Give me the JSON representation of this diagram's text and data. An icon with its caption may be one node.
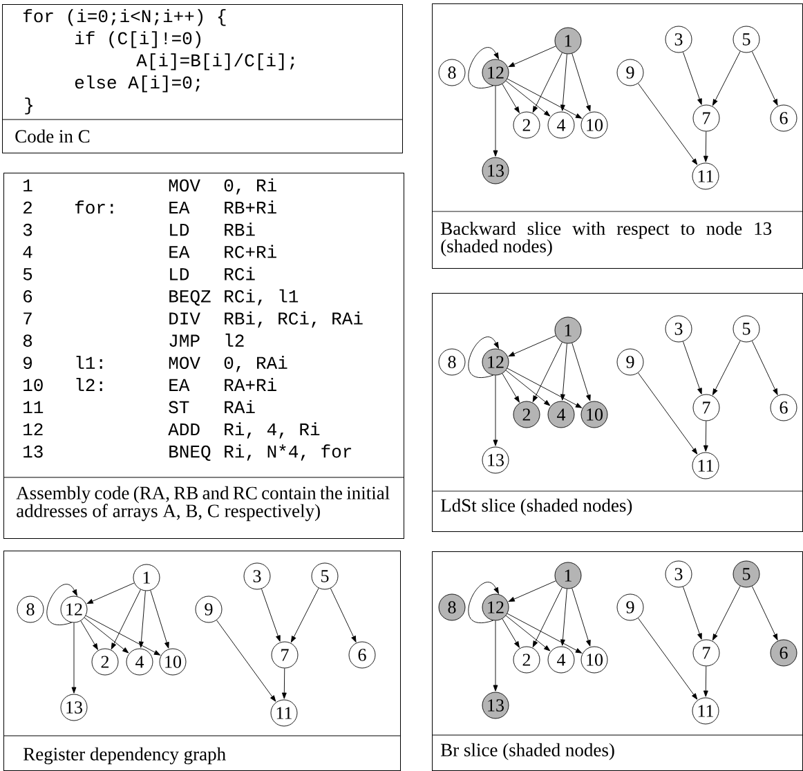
{
  "diagram": {
    "nodes": [
      {
        "text": [
          "for (i=0;i<N;i++) {",
          "if (C[i]!=0)",
          "A[i]=B[i]/C[i];",
          "else A[i]=0;",
          "}",
          "Code in C"
        ]
      },
      {
        "text": [
          "1",
          "MOV",
          "0, Ri",
          "2",
          "for:",
          "EA",
          "RB+Ri",
          "3",
          "LD",
          "RBi",
          "4",
          "EA",
          "RC+Ri",
          "5",
          "LD",
          "RCi",
          "6",
          "BEQZ",
          "RCi, l1",
          "7",
          "DIV",
          "RBi, RCi, RAi",
          "8",
          "JMP",
          "l2",
          "9",
          "l1:",
          "MOV",
          "0, RAi",
          "10",
          "l2:",
          "EA",
          "RA+Ri",
          "11",
          "ST",
          "RAi",
          "12",
          "ADD",
          "Ri, 4, Ri",
          "13",
          "BNEQ",
          "Ri, N*4, for",
          "Assembly code (RA, RB and RC contain the initial addresses of arrays A, B, C respectively)"
        ]
      },
      {
        "text": [
          "Register dependency graph"
        ]
      },
      {
        "text": [
          "1"
        ],
        "in": 2
      },
      {
        "text": [
          "2"
        ],
        "in": 2
      },
      {
        "text": [
          "3"
        ],
        "in": 2
      },
      {
        "text": [
          "4"
        ],
        "in": 2
      },
      {
        "text": [
          "5"
        ],
        "in": 2
      },
      {
        "text": [
          "6"
        ],
        "in": 2
      },
      {
        "text": [
          "7"
        ],
        "in": 2
      },
      {
        "text": [
          "8"
        ],
        "in": 2
      },
      {
        "text": [
          "9"
        ],
        "in": 2
      },
      {
        "text": [
          "10"
        ],
        "in": 2
      },
      {
        "text": [
          "11"
        ],
        "in": 2
      },
      {
        "text": [
          "12"
        ],
        "in": 2
      },
      {
        "text": [
          "13"
        ],
        "in": 2
      },
      {
        "text": [
          "Backward slice with respect to node 13 (shaded nodes)"
        ]
      },
      {
        "text": [
          "1"
        ],
        "in": 16
      },
      {
        "text": [
          "2"
        ],
        "in": 16
      },
      {
        "text": [
          "3"
        ],
        "in": 16
      },
      {
        "text": [
          "4"
        ],
        "in": 16
      },
      {
        "text": [
          "5"
        ],
        "in": 16
      },
      {
        "text": [
          "6"
        ],
        "in": 16
      },
      {
        "text": [
          "7"
        ],
        "in": 16
      },
      {
        "text": [
          "8"
        ],
        "in": 16
      },
      {
        "text": [
          "9"
        ],
        "in": 16
      },
      {
        "text": [
          "10"
        ],
        "in": 16
      },
      {
        "text": [
          "11"
        ],
        "in": 16
      },
      {
        "text": [
          "12"
        ],
        "in": 16
      },
      {
        "text": [
          "13"
        ],
        "in": 16
      },
      {
        "text": [
          "LdSt slice (shaded nodes)"
        ]
      },
      {
        "text": [
          "1"
        ],
        "in": 30
      },
      {
        "text": [
          "2"
        ],
        "in": 30
      },
      {
        "text": [
          "3"
        ],
        "in": 30
      },
      {
        "text": [
          "4"
        ],
        "in": 30
      },
      {
        "text": [
          "5"
        ],
        "in": 30
      },
      {
        "text": [
          "6"
        ],
        "in": 30
      },
      {
        "text": [
          "7"
        ],
        "in": 30
      },
      {
        "text": [
          "8"
        ],
        "in": 30
      },
      {
        "text": [
          "9"
        ],
        "in": 30
      },
      {
        "text": [
          "10"
        ],
        "in": 30
      },
      {
        "text": [
          "11"
        ],
        "in": 30
      },
      {
        "text": [
          "12"
        ],
        "in": 30
      },
      {
        "text": [
          "13"
        ],
        "in": 30
      },
      {
        "text": [
          "Br slice (shaded nodes)"
        ]
      },
      {
        "text": [
          "1"
        ],
        "in": 44
      },
      {
        "text": [
          "2"
        ],
        "in": 44
      },
      {
        "text": [
          "3"
        ],
        "in": 44
      },
      {
        "text": [
          "4"
        ],
        "in": 44
      },
      {
        "text": [
          "5"
        ],
        "in": 44
      },
      {
        "text": [
          "6"
        ],
        "in": 44
      },
      {
        "text": [
          "7"
        ],
        "in": 44
      },
      {
        "text": [
          "8"
        ],
        "in": 44
      },
      {
        "text": [
          "9"
        ],
        "in": 44
      },
      {
        "text": [
          "10"
        ],
        "in": 44
      },
      {
        "text": [
          "11"
        ],
        "in": 44
      },
      {
        "text": [
          "12"
        ],
        "in": 44
      },
      {
        "text": [
          "13"
        ],
        "in": 44
      }
    ],
    "edges": [
      {
        "from": 3,
        "to": 14,
        "arrow": "to"
      },
      {
        "from": 3,
        "to": 4,
        "arrow": "to"
      },
      {
        "from": 3,
        "to": 6,
        "arrow": "to"
      },
      {
        "from": 3,
        "to": 12,
        "arrow": "to"
      },
      {
        "from": 14,
        "to": 14,
        "arrow": "to"
      },
      {
        "from": 14,
        "to": 4,
        "arrow": "to"
      },
      {
        "from": 14,
        "to": 6,
        "arrow": "to"
      },
      {
        "from": 14,
        "to": 12,
        "arrow": "to"
      },
      {
        "from": 14,
        "to": 15,
        "arrow": "to"
      },
      {
        "from": 5,
        "to": 9,
        "arrow": "to"
      },
      {
        "from": 7,
        "to": 9,
        "arrow": "to"
      },
      {
        "from": 7,
        "to": 8,
        "arrow": "to"
      },
      {
        "from": 11,
        "to": 13,
        "arrow": "to"
      },
      {
        "from": 9,
        "to": 13,
        "arrow": "to"
      },
      {
        "from": 17,
        "to": 28,
        "arrow": "to"
      },
      {
        "from": 17,
        "to": 18,
        "arrow": "to"
      },
      {
        "from": 17,
        "to": 20,
        "arrow": "to"
      },
      {
        "from": 17,
        "to": 26,
        "arrow": "to"
      },
      {
        "from": 28,
        "to": 28,
        "arrow": "to"
      },
      {
        "from": 28,
        "to": 18,
        "arrow": "to"
      },
      {
        "from": 28,
        "to": 20,
        "arrow": "to"
      },
      {
        "from": 28,
        "to": 26,
        "arrow": "to"
      },
      {
        "from": 28,
        "to": 29,
        "arrow": "to"
      },
      {
        "from": 19,
        "to": 23,
        "arrow": "to"
      },
      {
        "from": 21,
        "to": 23,
        "arrow": "to"
      },
      {
        "from": 21,
        "to": 22,
        "arrow": "to"
      },
      {
        "from": 25,
        "to": 27,
        "arrow": "to"
      },
      {
        "from": 23,
        "to": 27,
        "arrow": "to"
      },
      {
        "from": 31,
        "to": 42,
        "arrow": "to"
      },
      {
        "from": 31,
        "to": 32,
        "arrow": "to"
      },
      {
        "from": 31,
        "to": 34,
        "arrow": "to"
      },
      {
        "from": 31,
        "to": 40,
        "arrow": "to"
      },
      {
        "from": 42,
        "to": 42,
        "arrow": "to"
      },
      {
        "from": 42,
        "to": 32,
        "arrow": "to"
      },
      {
        "from": 42,
        "to": 34,
        "arrow": "to"
      },
      {
        "from": 42,
        "to": 40,
        "arrow": "to"
      },
      {
        "from": 42,
        "to": 43,
        "arrow": "to"
      },
      {
        "from": 33,
        "to": 37,
        "arrow": "to"
      },
      {
        "from": 35,
        "to": 37,
        "arrow": "to"
      },
      {
        "from": 35,
        "to": 36,
        "arrow": "to"
      },
      {
        "from": 39,
        "to": 41,
        "arrow": "to"
      },
      {
        "from": 37,
        "to": 41,
        "arrow": "to"
      },
      {
        "from": 45,
        "to": 56,
        "arrow": "to"
      },
      {
        "from": 45,
        "to": 46,
        "arrow": "to"
      },
      {
        "from": 45,
        "to": 48,
        "arrow": "to"
      },
      {
        "from": 45,
        "to": 54,
        "arrow": "to"
      },
      {
        "from": 56,
        "to": 56,
        "arrow": "to"
      },
      {
        "from": 56,
        "to": 46,
        "arrow": "to"
      },
      {
        "from": 56,
        "to": 48,
        "arrow": "to"
      },
      {
        "from": 56,
        "to": 54,
        "arrow": "to"
      },
      {
        "from": 56,
        "to": 57,
        "arrow": "to"
      },
      {
        "from": 47,
        "to": 51,
        "arrow": "to"
      },
      {
        "from": 49,
        "to": 51,
        "arrow": "to"
      },
      {
        "from": 49,
        "to": 50,
        "arrow": "to"
      },
      {
        "from": 53,
        "to": 55,
        "arrow": "to"
      },
      {
        "from": 51,
        "to": 55,
        "arrow": "to"
      }
    ]
  }
}
